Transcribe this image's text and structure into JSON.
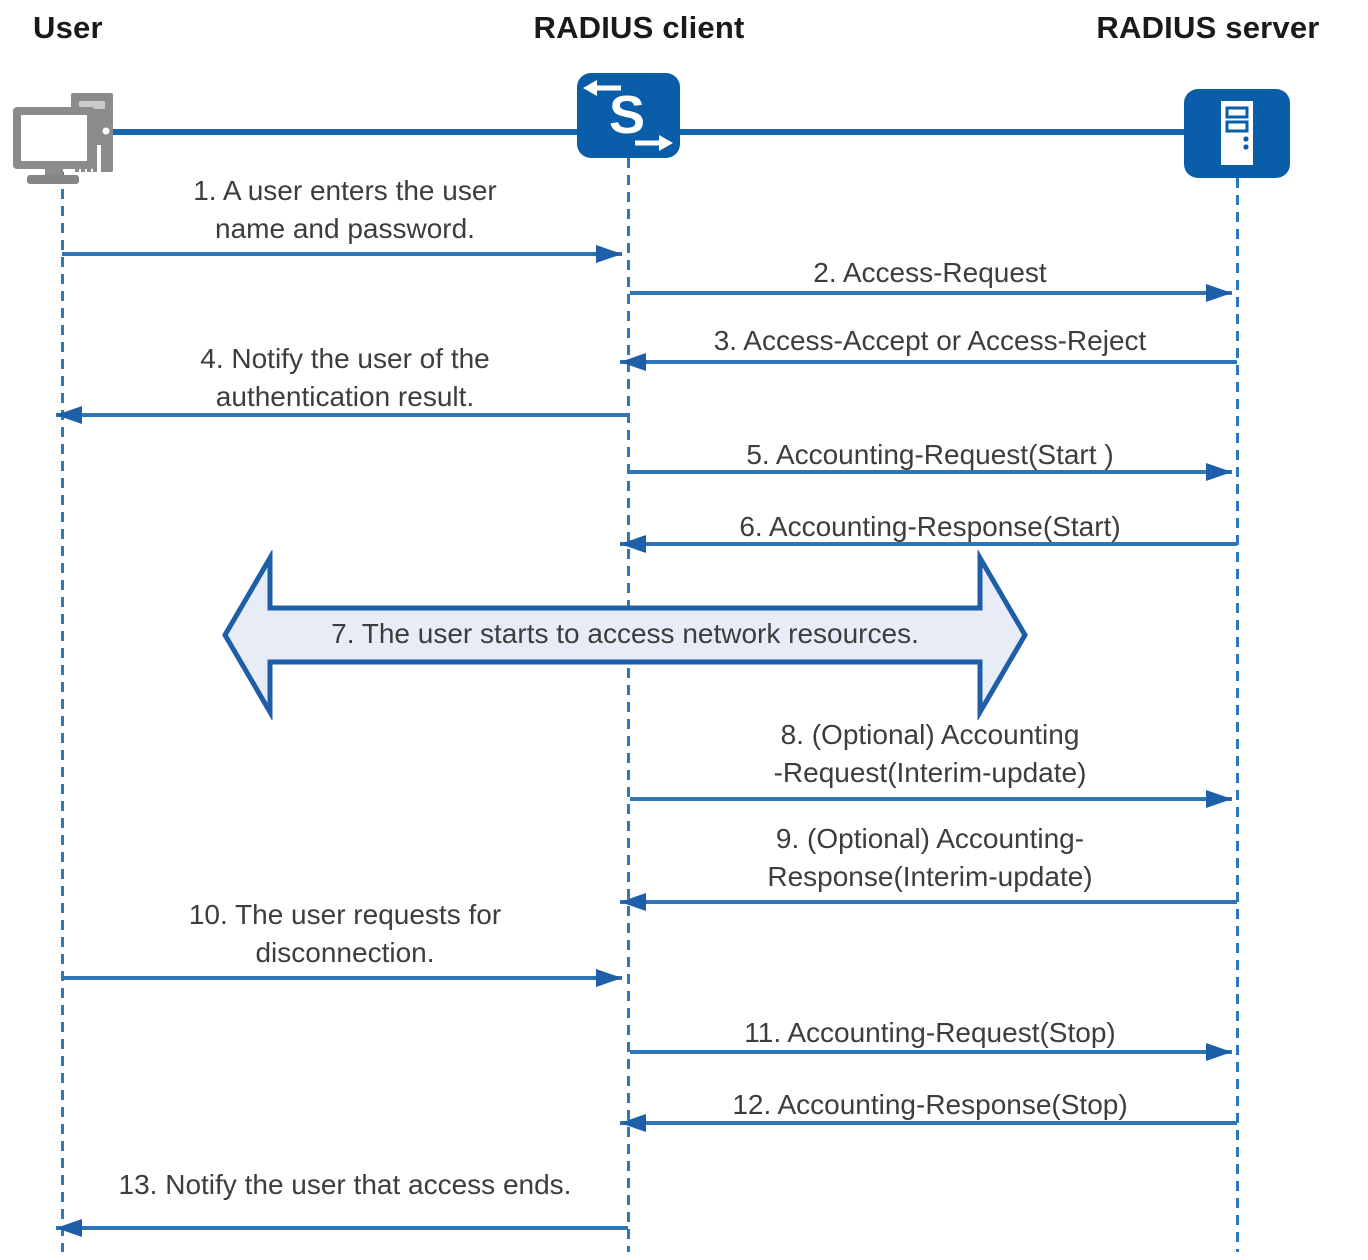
{
  "actors": [
    {
      "name": "User",
      "icon": "desktop-computer-icon"
    },
    {
      "name": "RADIUS client",
      "icon": "switch-icon",
      "switch_letter": "S"
    },
    {
      "name": "RADIUS server",
      "icon": "server-icon"
    }
  ],
  "messages": [
    {
      "n": 1,
      "label": "1. A user enters the user\nname and password.",
      "from": "User",
      "to": "RADIUS client",
      "direction": "right"
    },
    {
      "n": 2,
      "label": "2. Access-Request",
      "from": "RADIUS client",
      "to": "RADIUS server",
      "direction": "right"
    },
    {
      "n": 3,
      "label": "3. Access-Accept or Access-Reject",
      "from": "RADIUS server",
      "to": "RADIUS client",
      "direction": "left"
    },
    {
      "n": 4,
      "label": "4. Notify the user of the\nauthentication result.",
      "from": "RADIUS client",
      "to": "User",
      "direction": "left"
    },
    {
      "n": 5,
      "label": "5. Accounting-Request(Start )",
      "from": "RADIUS client",
      "to": "RADIUS server",
      "direction": "right"
    },
    {
      "n": 6,
      "label": "6. Accounting-Response(Start)",
      "from": "RADIUS server",
      "to": "RADIUS client",
      "direction": "left"
    },
    {
      "n": 7,
      "label": "7. The user starts to access network resources.",
      "from": "User",
      "to": "RADIUS server",
      "direction": "both",
      "style": "banner"
    },
    {
      "n": 8,
      "label": "8. (Optional) Accounting\n-Request(Interim-update)",
      "from": "RADIUS client",
      "to": "RADIUS server",
      "direction": "right"
    },
    {
      "n": 9,
      "label": "9. (Optional) Accounting-\nResponse(Interim-update)",
      "from": "RADIUS server",
      "to": "RADIUS client",
      "direction": "left"
    },
    {
      "n": 10,
      "label": "10. The user requests for\ndisconnection.",
      "from": "User",
      "to": "RADIUS client",
      "direction": "right"
    },
    {
      "n": 11,
      "label": "11. Accounting-Request(Stop)",
      "from": "RADIUS client",
      "to": "RADIUS server",
      "direction": "right"
    },
    {
      "n": 12,
      "label": "12. Accounting-Response(Stop)",
      "from": "RADIUS server",
      "to": "RADIUS client",
      "direction": "left"
    },
    {
      "n": 13,
      "label": "13. Notify the user that access ends.",
      "from": "RADIUS client",
      "to": "User",
      "direction": "left"
    }
  ],
  "colors": {
    "icon_blue": "#0a5da9",
    "arrow_blue": "#2e75b6",
    "arrowhead_blue": "#1d5fa9",
    "lifeline_blue": "#3076bb",
    "backbone_blue": "#1566ae",
    "banner_fill": "#e7ecf6",
    "banner_border": "#1d5ea7",
    "message_text": "#3d3d3d",
    "header_text": "#1a1a1a",
    "user_icon_gray": "#8c8c8c"
  }
}
